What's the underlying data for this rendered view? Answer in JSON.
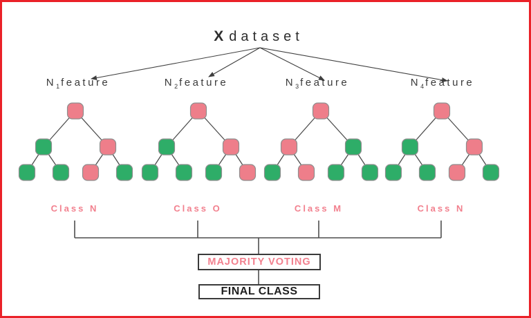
{
  "title": {
    "x": "X",
    "rest": "dataset"
  },
  "features": [
    {
      "base": "N",
      "sub": "1",
      "word": "feature"
    },
    {
      "base": "N",
      "sub": "2",
      "word": "feature"
    },
    {
      "base": "N",
      "sub": "3",
      "word": "feature"
    },
    {
      "base": "N",
      "sub": "4",
      "word": "feature"
    }
  ],
  "trees": [
    {
      "root": "pink",
      "level2": [
        "green",
        "pink"
      ],
      "leaves": [
        "green",
        "green",
        "pink",
        "green"
      ]
    },
    {
      "root": "pink",
      "level2": [
        "green",
        "pink"
      ],
      "leaves": [
        "green",
        "green",
        "green",
        "pink"
      ]
    },
    {
      "root": "pink",
      "level2": [
        "pink",
        "green"
      ],
      "leaves": [
        "green",
        "pink",
        "green",
        "green"
      ]
    },
    {
      "root": "pink",
      "level2": [
        "green",
        "pink"
      ],
      "leaves": [
        "green",
        "green",
        "pink",
        "green"
      ]
    }
  ],
  "classes": [
    "Class N",
    "Class O",
    "Class M",
    "Class N"
  ],
  "voting": {
    "majority_label": "MAJORITY VOTING",
    "final_label": "FINAL CLASS"
  },
  "colors": {
    "pink": "#EE7E8A",
    "green": "#2EAD68",
    "node_stroke": "#8E8E8E",
    "line": "#4D4D4D",
    "arrow": "#3F3F3F",
    "class_text": "#F2808E",
    "majority_text": "#F2808E",
    "final_text": "#1F1F1F",
    "border_red": "#EA2128",
    "title_text": "#2D2D2D"
  }
}
